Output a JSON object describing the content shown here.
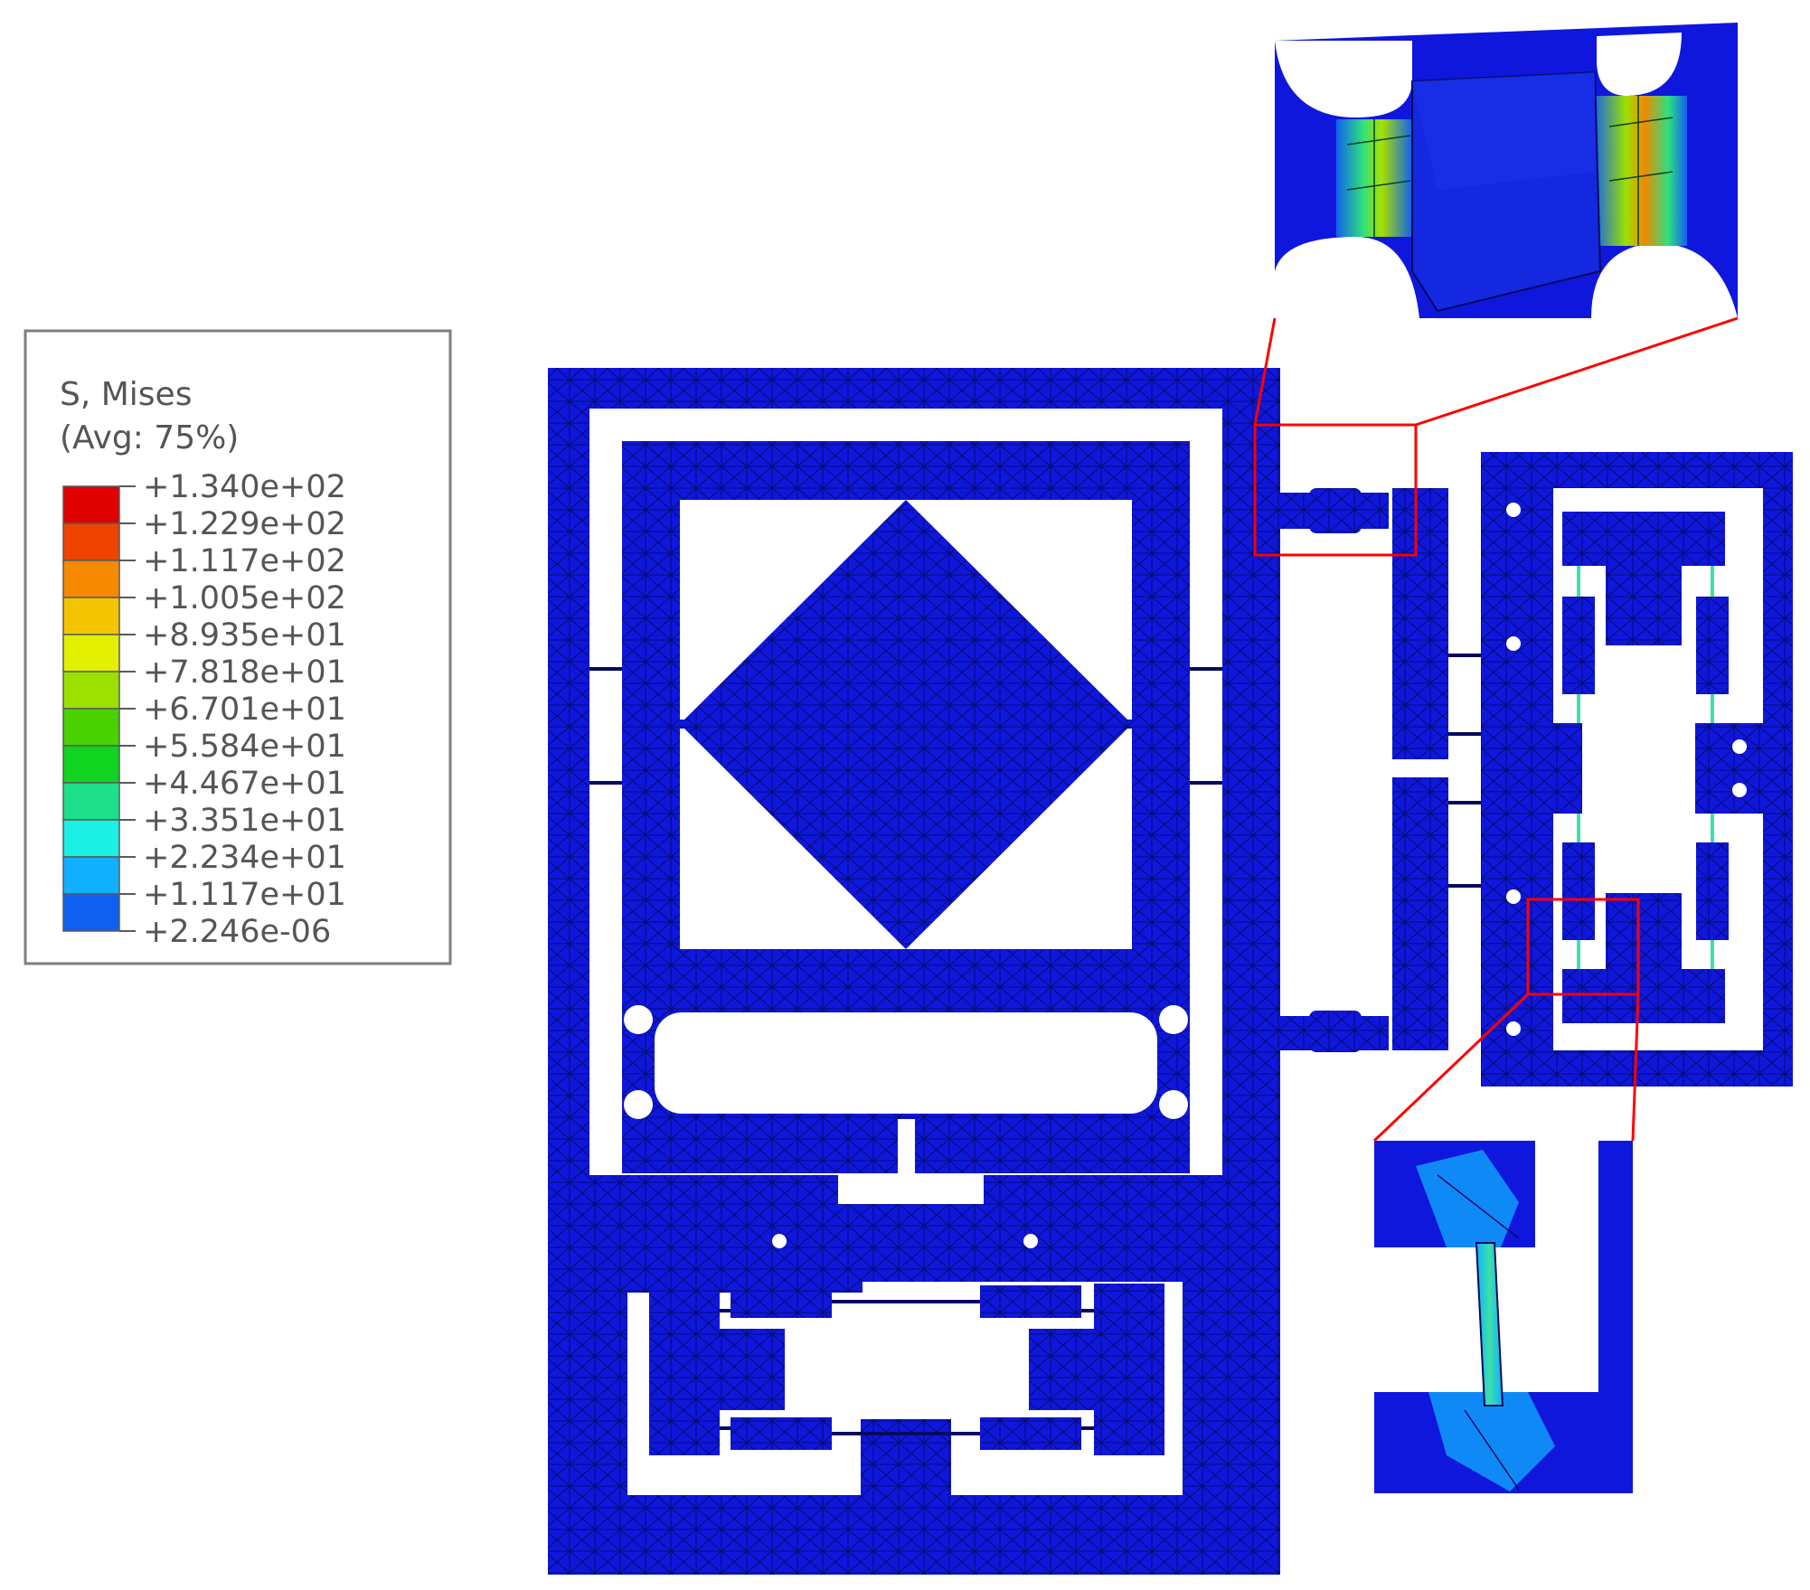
{
  "legend": {
    "title_line1": "S, Mises",
    "title_line2": "(Avg: 75%)",
    "levels": [
      {
        "label": "+1.340e+02",
        "color": "#e00000"
      },
      {
        "label": "+1.229e+02",
        "color": "#ee4400"
      },
      {
        "label": "+1.117e+02",
        "color": "#f58a00"
      },
      {
        "label": "+1.005e+02",
        "color": "#f5c400"
      },
      {
        "label": "+8.935e+01",
        "color": "#e2ef00"
      },
      {
        "label": "+7.818e+01",
        "color": "#9ce000"
      },
      {
        "label": "+6.701e+01",
        "color": "#4ad200"
      },
      {
        "label": "+5.584e+01",
        "color": "#10d420"
      },
      {
        "label": "+4.467e+01",
        "color": "#1ee08c"
      },
      {
        "label": "+3.351e+01",
        "color": "#1cf0e4"
      },
      {
        "label": "+2.234e+01",
        "color": "#10b0ff"
      },
      {
        "label": "+1.117e+01",
        "color": "#1060f0"
      },
      {
        "label": "+2.246e-06",
        "color": "#1010e6"
      }
    ]
  },
  "colors": {
    "mesh_blue": "#0f17dc",
    "mesh_line": "#050a60",
    "callout_red": "#ff0000",
    "legend_border": "#7f7f7f"
  }
}
